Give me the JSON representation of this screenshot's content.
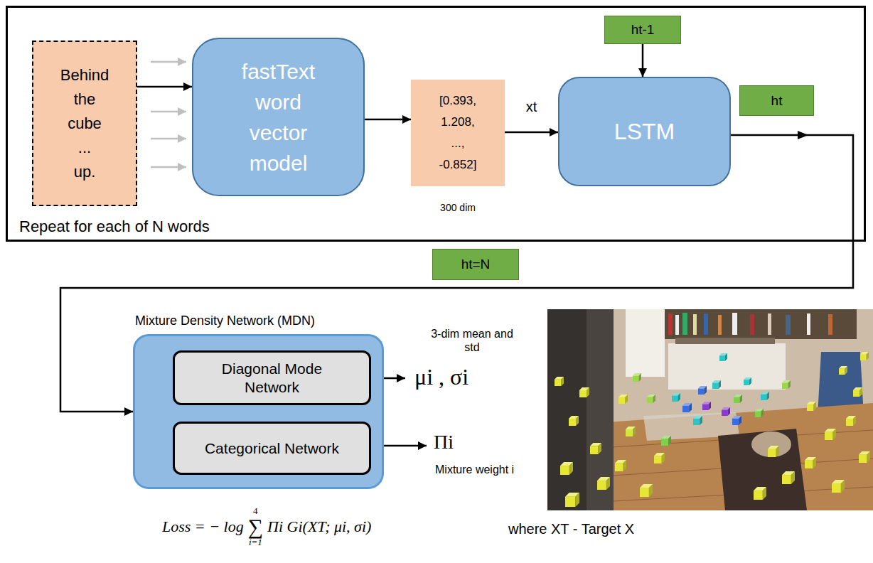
{
  "diagram": {
    "nodes": [
      {
        "text": [
          "Repeat for each of N words"
        ]
      },
      {
        "text": [
          "Behind the cube ... up."
        ],
        "in": 0
      },
      {
        "text": [
          "fastText word vector model"
        ],
        "in": 0
      },
      {
        "text": [
          "[0.393, 1.208, ..., -0.852]",
          "300 dim"
        ],
        "in": 0
      },
      {
        "text": [
          "ht-1"
        ],
        "in": 0
      },
      {
        "text": [
          "LSTM"
        ],
        "in": 0
      },
      {
        "text": [
          "ht"
        ],
        "in": 0
      },
      {
        "text": [
          "ht=N"
        ]
      },
      {
        "text": [
          "Mixture Density Network (MDN)"
        ]
      },
      {
        "text": [
          "Diagonal Mode Network"
        ],
        "in": 8
      },
      {
        "text": [
          "Categorical Network"
        ],
        "in": 8
      }
    ],
    "edges": [
      {
        "from": 1,
        "to": 2,
        "arrow": "to"
      },
      {
        "from": 2,
        "to": 3,
        "arrow": "to"
      },
      {
        "from": 3,
        "to": 5,
        "arrow": "to",
        "label": "xt"
      },
      {
        "from": 4,
        "to": 5,
        "arrow": "to"
      },
      {
        "from": 5,
        "to": 8,
        "arrow": "to"
      },
      {
        "from": 8,
        "to": 9,
        "arrow": "to"
      },
      {
        "from": 8,
        "to": 10,
        "arrow": "to"
      }
    ],
    "labels": [
      "3-dim mean and std",
      "μi , σi",
      "Πi",
      "Mixture weight i",
      "Loss = − log",
      "4",
      "∑",
      "i=1",
      "Πi Gi(XT; μi, σi)",
      "where XT - Target X"
    ]
  }
}
